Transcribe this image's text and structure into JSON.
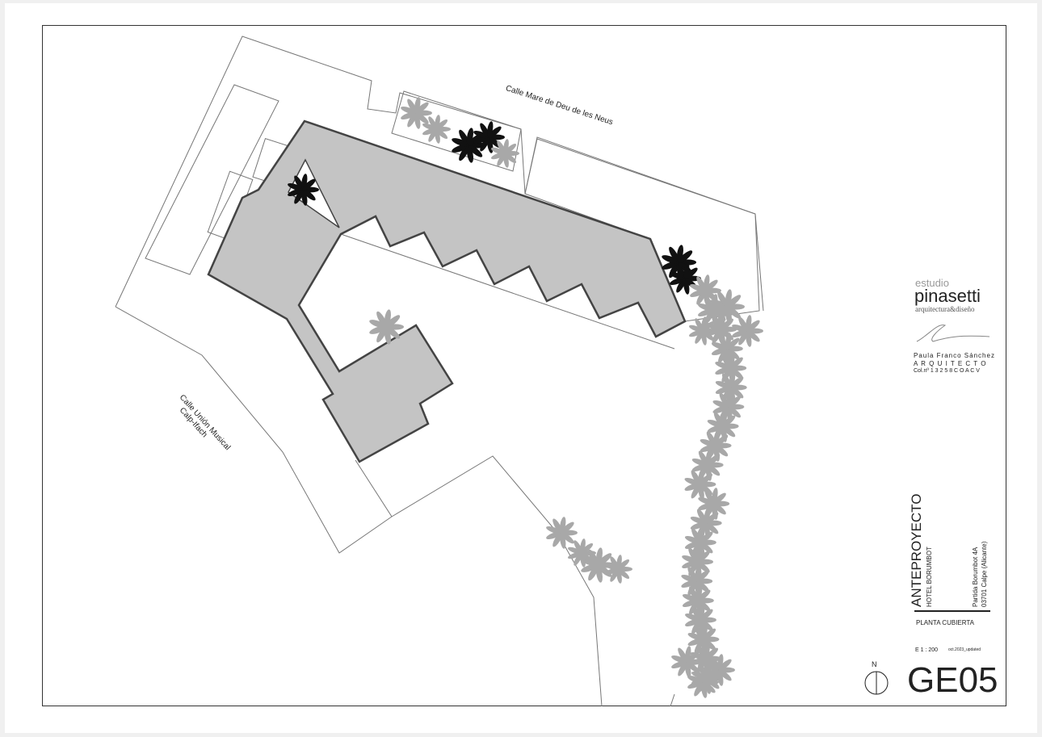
{
  "streets": {
    "north": "Calle Mare de Deu de les Neus",
    "west_line1": "Calle Unión Musical",
    "west_line2": "Calp-Ifach"
  },
  "logo": {
    "prefix": "estudio",
    "name": "pinasetti",
    "tagline": "arquitectura&diseño"
  },
  "architect": {
    "name": "Paula Franco Sánchez",
    "title": "A R Q U I T E C T O",
    "registration": "Col.nº 1 3 2 5 8 C O A C V"
  },
  "title_block": {
    "phase": "ANTEPROYECTO",
    "project": "HOTEL BORUMBOT",
    "address_line1": "Partida Borumbot 4A",
    "address_line2": "03701 Calpe (Alicante)",
    "sheet_title": "PLANTA CUBIERTA",
    "scale": "E  1 : 200",
    "revision": "oct.2023_updated",
    "north_label": "N",
    "sheet_number": "GE05"
  },
  "colors": {
    "roof": "#c4c4c4",
    "palm_dark": "#111111",
    "palm_light": "#a8a8a8",
    "line": "#666666"
  }
}
